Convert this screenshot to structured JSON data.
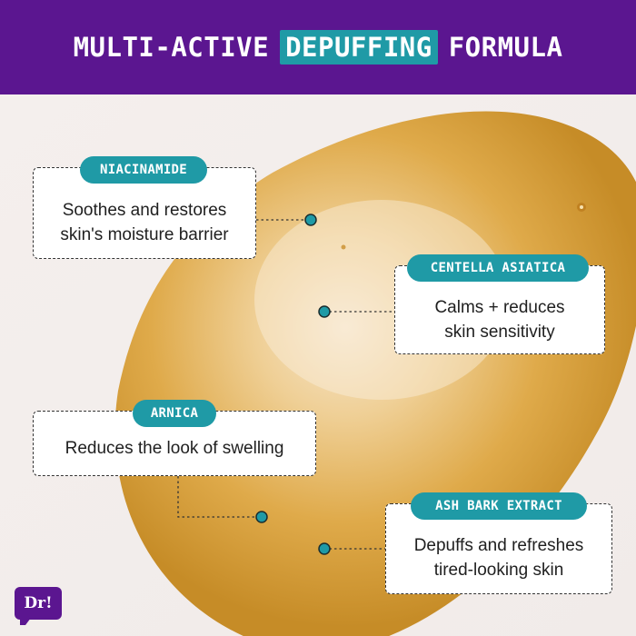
{
  "header": {
    "title_before": "MULTI-ACTIVE",
    "title_highlight": "DEPUFFING",
    "title_after": "FORMULA"
  },
  "ingredients": [
    {
      "name": "NIACINAMIDE",
      "description_line1": "Soothes and restores",
      "description_line2": "skin's moisture barrier"
    },
    {
      "name": "CENTELLA ASIATICA",
      "description_line1": "Calms + reduces",
      "description_line2": "skin sensitivity"
    },
    {
      "name": "ARNICA",
      "description_line1": "Reduces the look of swelling",
      "description_line2": ""
    },
    {
      "name": "ASH BARK EXTRACT",
      "description_line1": "Depuffs and refreshes",
      "description_line2": "tired-looking skin"
    }
  ],
  "logo": {
    "text": "Dr!"
  },
  "colors": {
    "header_bg": "#5b1690",
    "accent_teal": "#1f9aa6",
    "background": "#f3eeec",
    "formula_gold": "#e3ae4f"
  }
}
